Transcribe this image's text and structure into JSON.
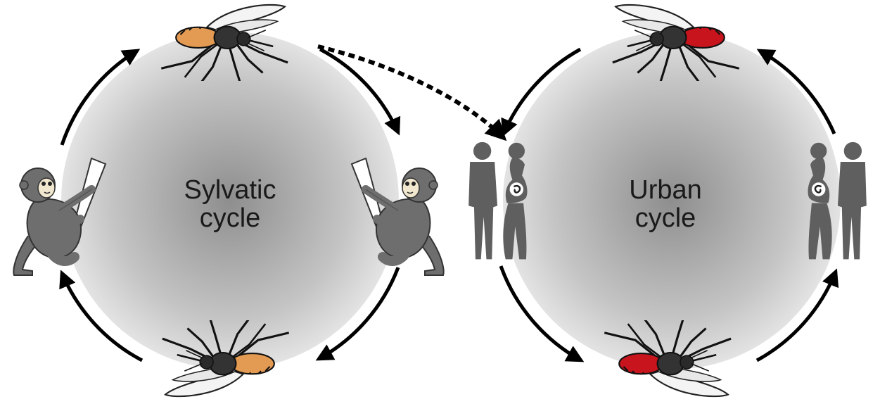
{
  "cycles": {
    "sylvatic": {
      "line1": "Sylvatic",
      "line2": "cycle",
      "hosts": [
        "monkey",
        "monkey"
      ],
      "vector_color": "#e39a52"
    },
    "urban": {
      "line1": "Urban",
      "line2": "cycle",
      "hosts": [
        "humans",
        "humans"
      ],
      "vector_color": "#c8141c"
    }
  },
  "colors": {
    "ring_center": "#8e8e8e",
    "ring_edge": "#e0e0e0",
    "arrow": "#000000",
    "silhouette": "#5f5f5f",
    "monkey": "#6e6e6e"
  },
  "icons": [
    "mosquito-icon",
    "monkey-icon",
    "human-couple-icon",
    "pregnant-woman-icon",
    "fetus-icon"
  ]
}
